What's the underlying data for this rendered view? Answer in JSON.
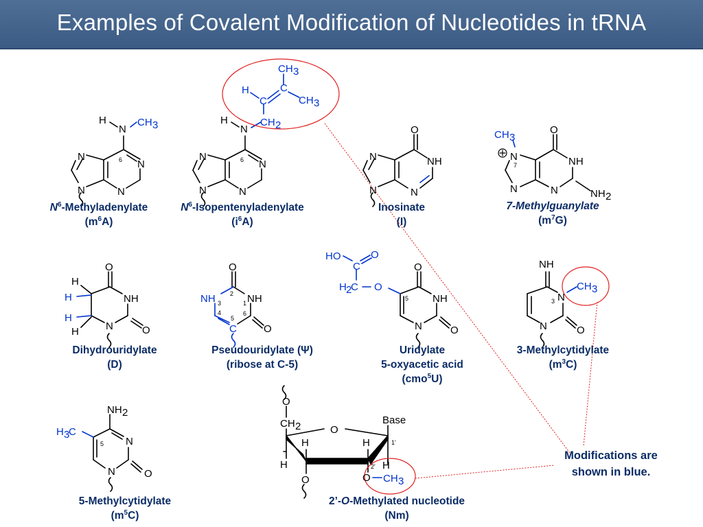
{
  "title": "Examples of Covalent Modification of Nucleotides in tRNA",
  "note": "Modifications are shown in blue.",
  "colors": {
    "header": "#3f5f88",
    "modification": "#0033cc",
    "caption": "#0b2c66",
    "highlight_circle": "#e02020"
  },
  "atoms": {
    "H": "H",
    "N": "N",
    "O": "O",
    "C": "C",
    "NH": "NH",
    "HO": "HO",
    "CH3": "CH",
    "CH2": "CH",
    "H2C": "H",
    "H3C": "H",
    "NH2": "NH",
    "sub2": "2",
    "sub3": "3",
    "base": "Base",
    "plus": "+"
  },
  "ring_numbers": {
    "n1": "1",
    "n2": "2",
    "n3": "3",
    "n4": "4",
    "n5": "5",
    "n6": "6",
    "n7": "7",
    "n1p": "1'",
    "n2p": "2'"
  },
  "captions": {
    "m6a": {
      "l1_a": "N",
      "l1_sup": "6",
      "l1_b": "-Methyladenylate",
      "l2_a": "(m",
      "l2_sup": "6",
      "l2_b": "A)"
    },
    "i6a": {
      "l1_a": "N",
      "l1_sup": "6",
      "l1_b": "-Isopentenyladenylate",
      "l2_a": "(i",
      "l2_sup": "6",
      "l2_b": "A)"
    },
    "inosinate": {
      "l1": "Inosinate",
      "l2": "(I)"
    },
    "m7g": {
      "l1": "7-Methylguanylate",
      "l2_a": "(m",
      "l2_sup": "7",
      "l2_b": "G)"
    },
    "d": {
      "l1": "Dihydrouridylate",
      "l2": "(D)"
    },
    "psi": {
      "l1": "Pseudouridylate (Ψ)",
      "l2": "(ribose at C-5)"
    },
    "cmo5u": {
      "l1": "Uridylate",
      "l2": "5-oxyacetic acid",
      "l3_a": "(cmo",
      "l3_sup": "5",
      "l3_b": "U)"
    },
    "m3c": {
      "l1": "3-Methylcytidylate",
      "l2_a": "(m",
      "l2_sup": "3",
      "l2_b": "C)"
    },
    "m5c": {
      "l1": "5-Methylcytidylate",
      "l2_a": "(m",
      "l2_sup": "5",
      "l2_b": "C)"
    },
    "nm": {
      "l1_a": "2’-",
      "l1_i": "O",
      "l1_b": "-Methylated nucleotide",
      "l2": "(Nm)"
    }
  }
}
